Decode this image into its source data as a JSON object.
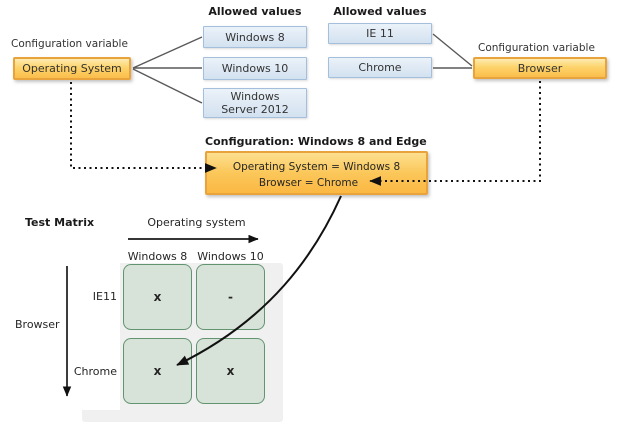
{
  "left_variable": {
    "label": "Configuration variable",
    "name": "Operating System",
    "allowed_header": "Allowed values",
    "values": [
      "Windows 8",
      "Windows 10",
      "Windows Server 2012"
    ]
  },
  "right_variable": {
    "label": "Configuration variable",
    "name": "Browser",
    "allowed_header": "Allowed values",
    "values": [
      "IE 11",
      "Chrome"
    ]
  },
  "configuration": {
    "title": "Configuration: Windows 8 and Edge",
    "line1": "Operating System = Windows 8",
    "line2": "Browser = Chrome"
  },
  "matrix": {
    "title": "Test Matrix",
    "x_axis_label": "Operating system",
    "y_axis_label": "Browser",
    "columns": [
      "Windows 8",
      "Windows 10"
    ],
    "rows": [
      "IE11",
      "Chrome"
    ],
    "cells": [
      [
        "x",
        "-"
      ],
      [
        "x",
        "x"
      ]
    ]
  },
  "colors": {
    "variable_box_border": "#E8A33D",
    "variable_box_fill": "#FBBE4B",
    "value_box_border": "#A3BFDB",
    "value_box_fill": "#D3E1F0",
    "matrix_cell_border": "#639470",
    "matrix_cell_fill": "#D7E3D8",
    "solid_connector": "#595959",
    "dashed_connector": "#111111",
    "backdrop_panel": "#F0F0F0"
  }
}
